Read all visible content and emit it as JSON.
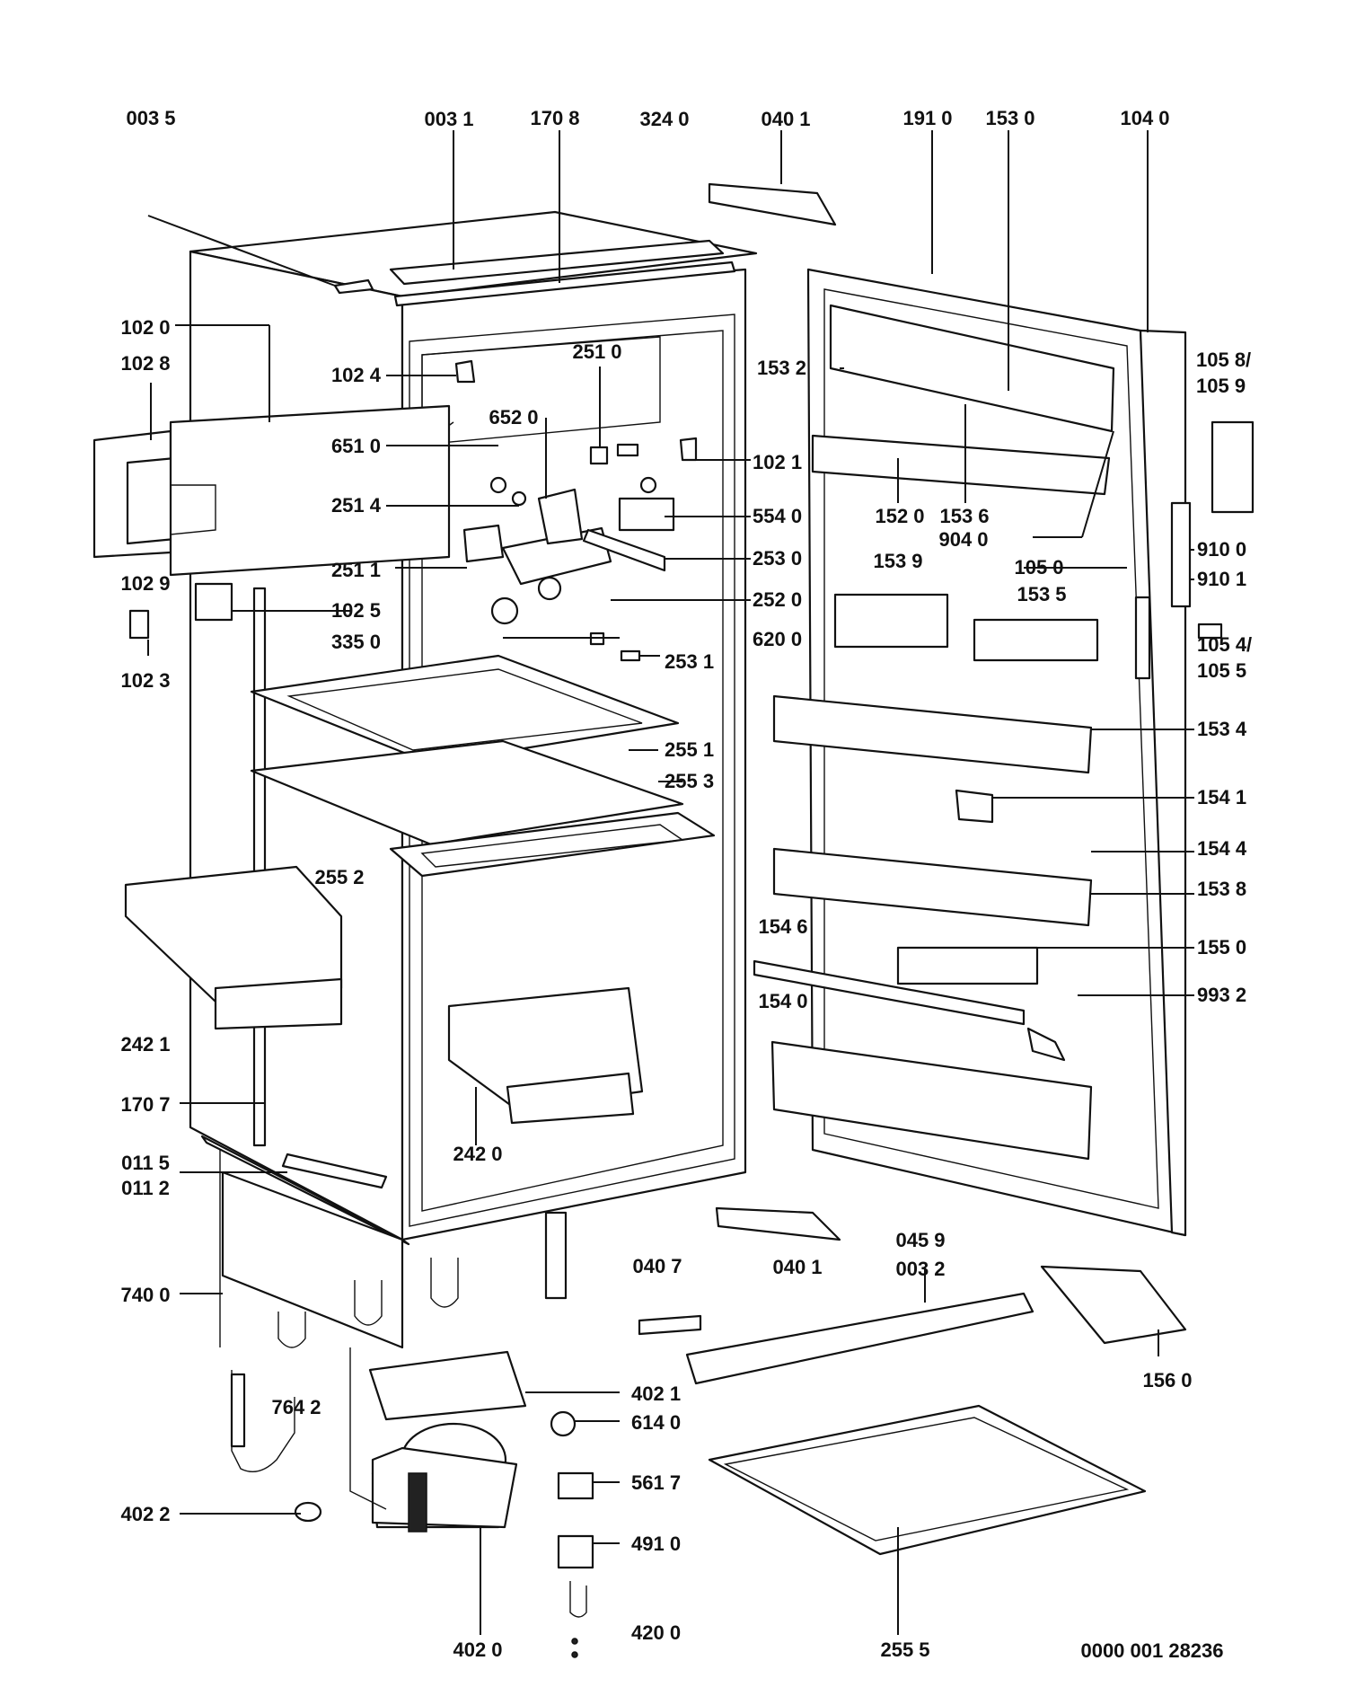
{
  "doc_id": "0000 001 28236",
  "labels": {
    "l0035": "003 5",
    "l0031": "003 1",
    "l1708": "170 8",
    "l3240": "324 0",
    "l0401a": "040 1",
    "l1910": "191 0",
    "l1530": "153 0",
    "l1040": "104 0",
    "l1020": "102 0",
    "l1028": "102 8",
    "l1024": "102 4",
    "l2510": "251 0",
    "l1532": "153 2",
    "l1058": "105 8/\n105 9",
    "l6520": "652 0",
    "l6510": "651 0",
    "l1021": "102 1",
    "l2514": "251 4",
    "l5540": "554 0",
    "l1520": "152 0",
    "l1536": "153 6",
    "l9040": "904 0",
    "l1029": "102 9",
    "l2511": "251 1",
    "l2530": "253 0",
    "l9100": "910 0",
    "l1539": "153 9",
    "l1050": "105 0",
    "l9101": "910 1",
    "l1025": "102 5",
    "l2520": "252 0",
    "l1535": "153 5",
    "l3350": "335 0",
    "l6200": "620 0",
    "l1054": "105 4/\n105 5",
    "l1023": "102 3",
    "l2531": "253 1",
    "l1534": "153 4",
    "l2551": "255 1",
    "l2553": "255 3",
    "l1541": "154 1",
    "l1544": "154 4",
    "l2552": "255 2",
    "l1538": "153 8",
    "l1546": "154 6",
    "l1550": "155 0",
    "l9932": "993 2",
    "l2421": "242 1",
    "l1540": "154 0",
    "l1707": "170 7",
    "l2420": "242 0",
    "l0115": "011 5",
    "l0112": "011 2",
    "l0459": "045 9",
    "l0401b": "040 1",
    "l0407": "040 7",
    "l0032": "003 2",
    "l7400": "740 0",
    "l1560": "156 0",
    "l4021": "402 1",
    "l7642": "764 2",
    "l6140": "614 0",
    "l5617": "561 7",
    "l4022": "402 2",
    "l4910": "491 0",
    "l4200": "420 0",
    "l4020": "402 0",
    "l2555": "255 5"
  }
}
